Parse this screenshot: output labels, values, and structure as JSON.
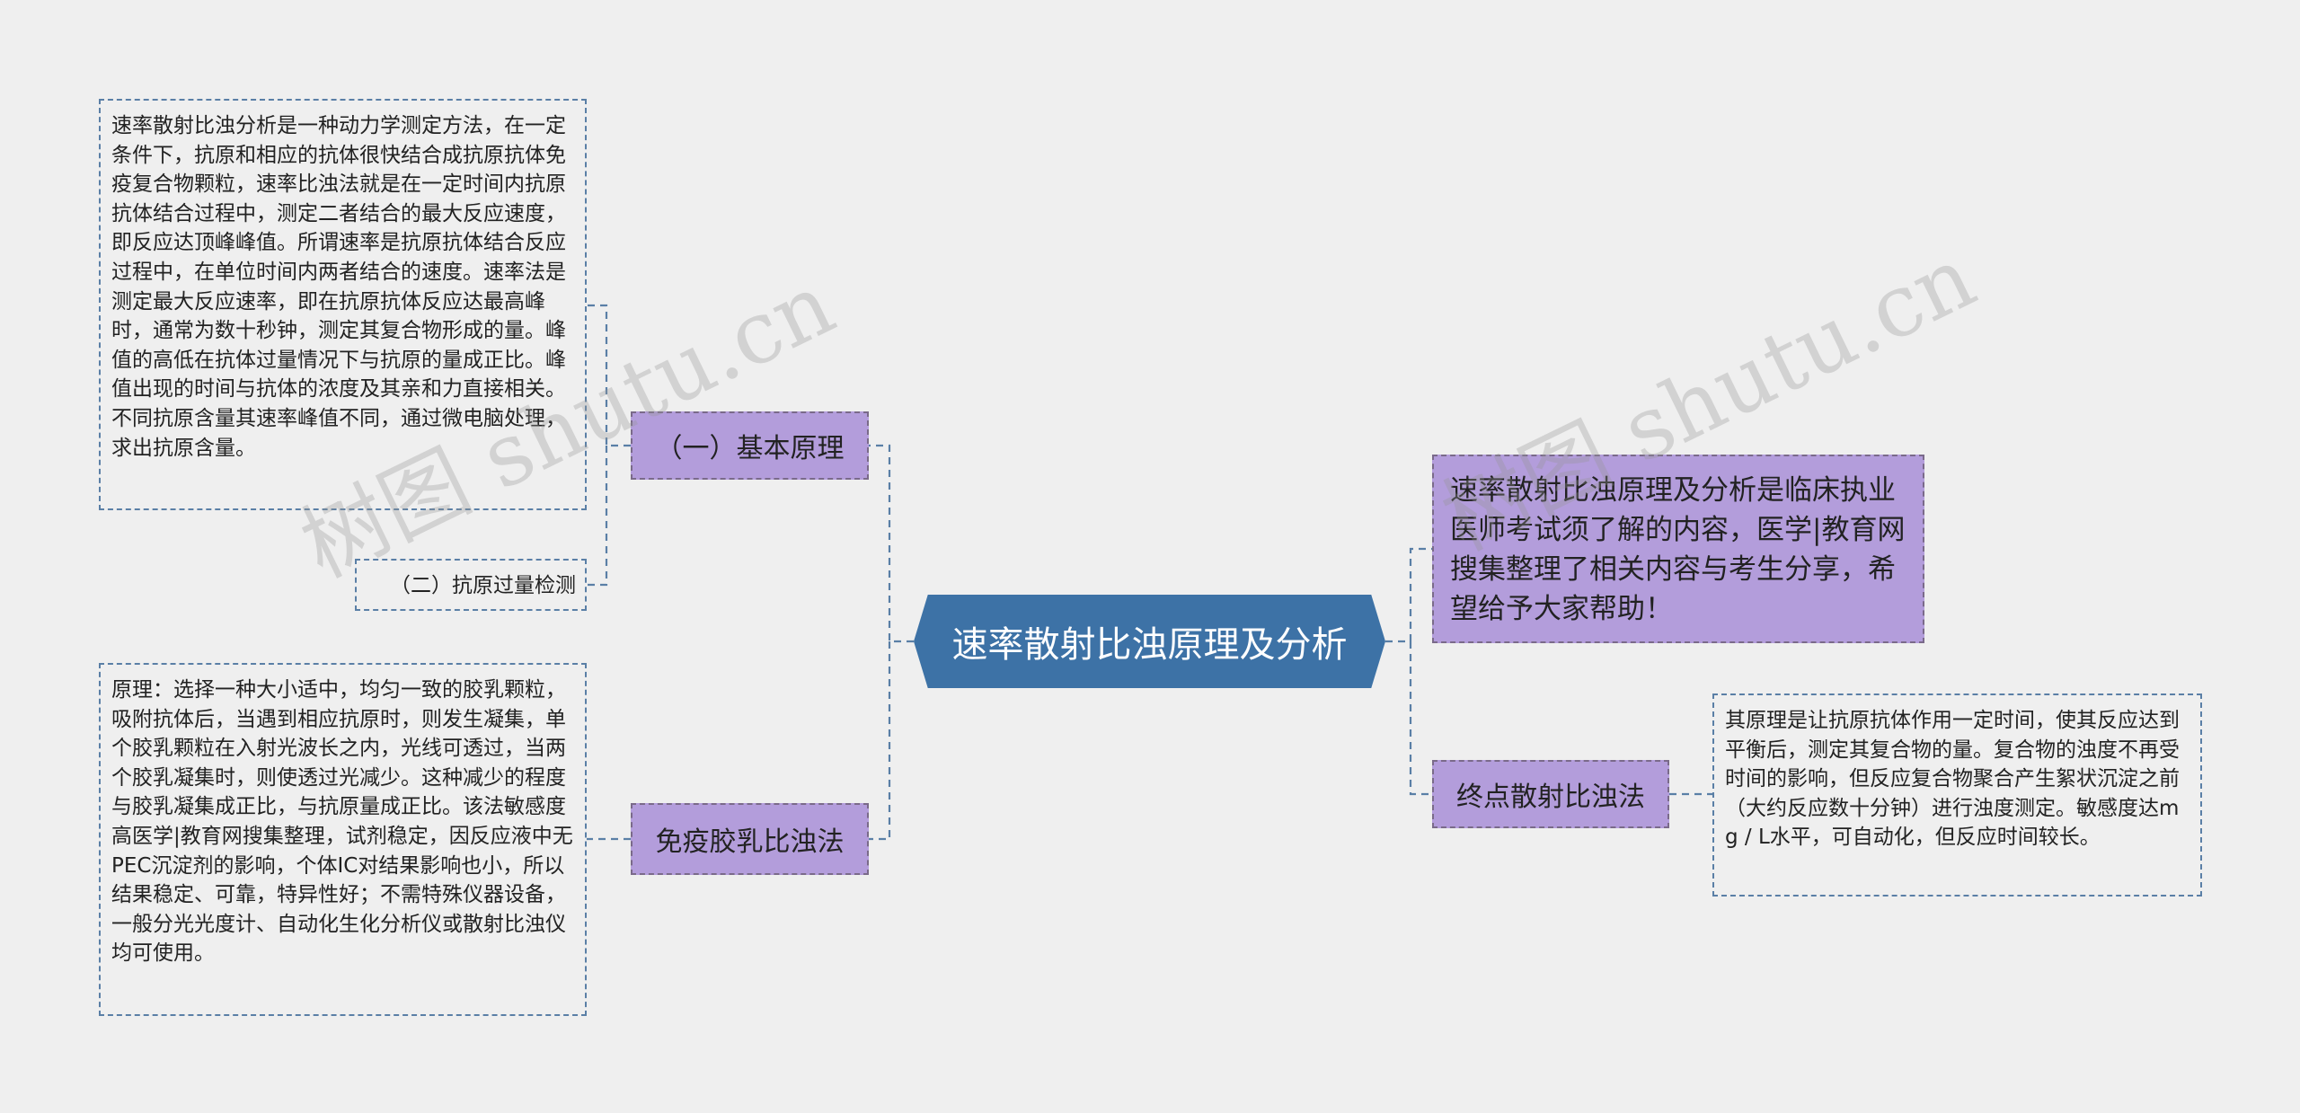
{
  "center": {
    "title": "速率散射比浊原理及分析"
  },
  "left_branches": [
    {
      "label": "（一）基本原理",
      "children": [
        {
          "text": "速率散射比浊分析是一种动力学测定方法，在一定条件下，抗原和相应的抗体很快结合成抗原抗体免疫复合物颗粒，速率比浊法就是在一定时间内抗原抗体结合过程中，测定二者结合的最大反应速度，即反应达顶峰峰值。所谓速率是抗原抗体结合反应过程中，在单位时间内两者结合的速度。速率法是测定最大反应速率，即在抗原抗体反应达最高峰时，通常为数十秒钟，测定其复合物形成的量。峰值的高低在抗体过量情况下与抗原的量成正比。峰值出现的时间与抗体的浓度及其亲和力直接相关。不同抗原含量其速率峰值不同，通过微电脑处理，求出抗原含量。"
        },
        {
          "text": "（二）抗原过量检测"
        }
      ]
    },
    {
      "label": "免疫胶乳比浊法",
      "children": [
        {
          "text": "原理：选择一种大小适中，均匀一致的胶乳颗粒，吸附抗体后，当遇到相应抗原时，则发生凝集，单个胶乳颗粒在入射光波长之内，光线可透过，当两个胶乳凝集时，则使透过光减少。这种减少的程度与胶乳凝集成正比，与抗原量成正比。该法敏感度高医学|教育网搜集整理，试剂稳定，因反应液中无PEC沉淀剂的影响，个体IC对结果影响也小，所以结果稳定、可靠，特异性好；不需特殊仪器设备，一般分光光度计、自动化生化分析仪或散射比浊仪均可使用。"
        }
      ]
    }
  ],
  "right_branches": [
    {
      "text": "速率散射比浊原理及分析是临床执业医师考试须了解的内容，医学|教育网搜集整理了相关内容与考生分享，希望给予大家帮助！"
    },
    {
      "label": "终点散射比浊法",
      "children": [
        {
          "text": "其原理是让抗原抗体作用一定时间，使其反应达到平衡后，测定其复合物的量。复合物的浊度不再受时间的影响，但反应复合物聚合产生絮状沉淀之前（大约反应数十分钟）进行浊度测定。敏感度达mg / L水平，可自动化，但反应时间较长。"
        }
      ]
    }
  ],
  "watermarks": [
    "树图 shutu.cn",
    "树图 shutu.cn"
  ],
  "colors": {
    "background": "#efefef",
    "center_fill": "#3d72a6",
    "branch_fill": "#b39ddb",
    "connector": "#5a7fa6"
  }
}
